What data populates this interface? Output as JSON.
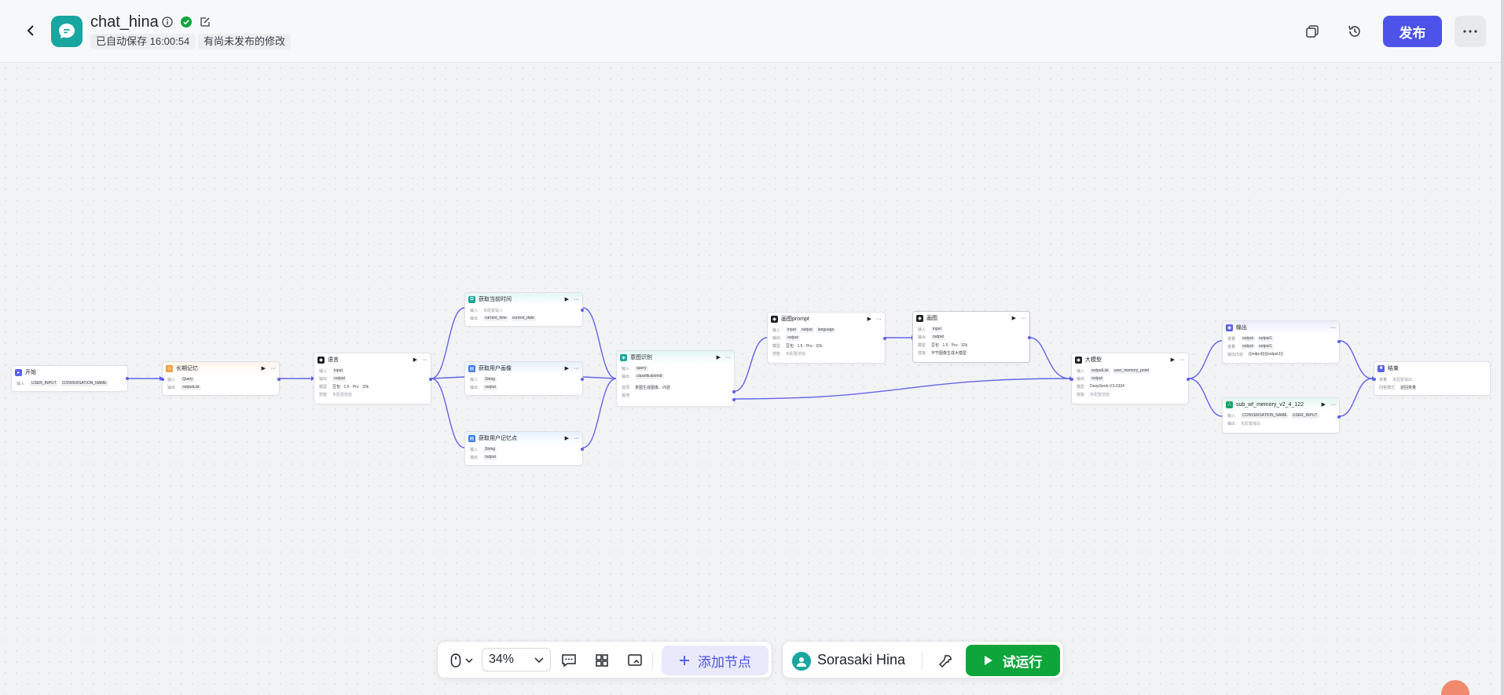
{
  "header": {
    "title": "chat_hina",
    "autosave": "已自动保存 16:00:54",
    "unpublished": "有尚未发布的修改",
    "publish_label": "发布"
  },
  "toolbar": {
    "zoom": "34%",
    "add_node_label": "添加节点",
    "user_name": "Sorasaki Hina",
    "run_label": "试运行"
  },
  "nodes": {
    "start": {
      "title": "开始",
      "in_label": "输入",
      "inputs": [
        "USER_INPUT",
        "CONVERSATION_NAME"
      ]
    },
    "memory": {
      "title": "长期记忆",
      "in_label": "输入",
      "out_label": "输出",
      "input": "Query",
      "output": "outputList"
    },
    "lang": {
      "title": "语言",
      "in_label": "输入",
      "out_label": "输出",
      "model_label": "模型",
      "skill_label": "技能",
      "input": "input",
      "output": "output",
      "model": "豆包 · 1.5 · Pro · 32k",
      "skill": "未配置技能"
    },
    "time": {
      "title": "获取当前时间",
      "in_label": "输入",
      "out_label": "输出",
      "input": "未配置输入",
      "outputs": [
        "current_time",
        "current_date"
      ]
    },
    "profile": {
      "title": "获取用户画像",
      "in_label": "输入",
      "out_label": "输出",
      "input": "String",
      "output": "output"
    },
    "memory_point": {
      "title": "获取用户记忆点",
      "in_label": "输入",
      "out_label": "输出",
      "input": "String",
      "output": "output"
    },
    "intent": {
      "title": "意图识别",
      "in_label": "输入",
      "out_label": "输出",
      "opt_label": "选项",
      "other_label": "其他",
      "input": "query",
      "output": "classificationId",
      "option": "意图生成图像、内容"
    },
    "draw_prompt": {
      "title": "画图prompt",
      "in_label": "输入",
      "out_label": "输出",
      "model_label": "模型",
      "skill_label": "技能",
      "inputs": [
        "input",
        "output",
        "language"
      ],
      "output": "output",
      "model": "豆包 · 1.5 · Pro · 32k",
      "skill": "未配置技能"
    },
    "draw": {
      "title": "画图",
      "in_label": "输入",
      "out_label": "输出",
      "model_label": "模型",
      "skill_label": "技能",
      "input": "input",
      "output": "output",
      "model": "豆包 · 1.5 · Pro · 32k",
      "skill": "字节图像生成大模型"
    },
    "llm": {
      "title": "大模型",
      "in_label": "输入",
      "out_label": "输出",
      "model_label": "模型",
      "skill_label": "技能",
      "inputs": [
        "outputList",
        "user_memory_point"
      ],
      "output": "output",
      "model": "DeepSeek-V3-0324",
      "skill": "未配置技能"
    },
    "output": {
      "title": "输出",
      "var_label": "变量",
      "content_label": "输出内容",
      "vars": [
        "output",
        "output1"
      ],
      "vars2": [
        "output",
        "output1"
      ],
      "content": "{{output}}{{output1}}"
    },
    "subflow": {
      "title": "sub_wf_memory_v2_4_122",
      "in_label": "输入",
      "out_label": "输出",
      "inputs": [
        "CONVERSATION_NAME",
        "USER_INPUT"
      ],
      "output": "未配置输出"
    },
    "end": {
      "title": "结束",
      "var_label": "变量",
      "mode_label": "回答模式",
      "var": "未配置输出",
      "mode": "返回变量"
    }
  }
}
